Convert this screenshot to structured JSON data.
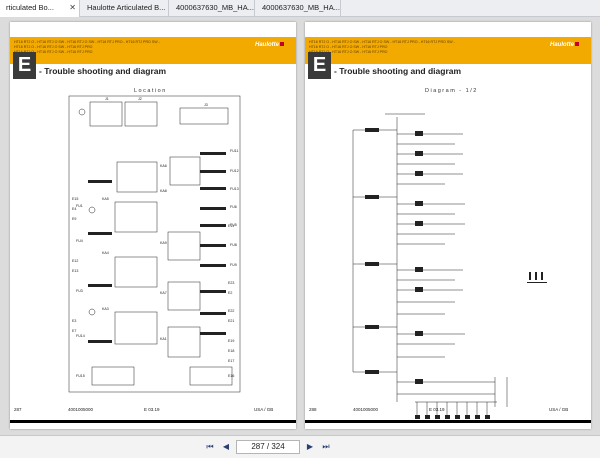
{
  "tabs": [
    {
      "label": "rticulated Bo...",
      "active": true
    },
    {
      "label": "Haulotte Articulated B...",
      "active": false
    },
    {
      "label": "4000637630_MB_HA...",
      "active": false
    },
    {
      "label": "4000637630_MB_HA...",
      "active": false
    }
  ],
  "header": {
    "model_line_1": "HT16 RTJ O - HT16 RTJ O SW - HT16 RTJ O SW - HT16 RTJ PRO - HT16 RTJ PRO SW -",
    "model_line_2": "HT16 RTJ O - HT16 RTJ O SW - HT16 RTJ PRO",
    "brand": "Haulotte",
    "section_letter": "E",
    "section_title": "- Trouble shooting and diagram"
  },
  "left_page": {
    "subtitle": "Location",
    "component_labels": [
      "J1",
      "J2",
      "J3",
      "FU11",
      "FU12",
      "FU13",
      "FU6",
      "FU5",
      "FU8",
      "FU9",
      "FU1",
      "FU4",
      "FU3",
      "FU14",
      "FU15",
      "KA6",
      "KA5",
      "KA4",
      "KA3",
      "KA8",
      "KA9",
      "KA7",
      "KA1",
      "E4",
      "E9",
      "E15",
      "E12",
      "E13",
      "E3",
      "E7",
      "E22",
      "E21",
      "E19",
      "E18",
      "E17",
      "E16",
      "E23",
      "E2",
      "E11"
    ],
    "footer": {
      "page": "287",
      "doc": "4001005000",
      "edition": "E 03.19",
      "lang": "USA / GB"
    }
  },
  "right_page": {
    "subtitle": "Diagram - 1/2",
    "footer": {
      "page": "288",
      "doc": "4001005000",
      "edition": "E 03.19",
      "lang": "USA / GB"
    }
  },
  "toolbar": {
    "first": "⏮",
    "prev": "◀",
    "page_indicator": "287 / 324",
    "next": "▶",
    "last": "⏭"
  },
  "colors": {
    "accent": "#f2a900",
    "brand_red": "#c0002a",
    "viewer_bg": "#dcdcdc"
  }
}
